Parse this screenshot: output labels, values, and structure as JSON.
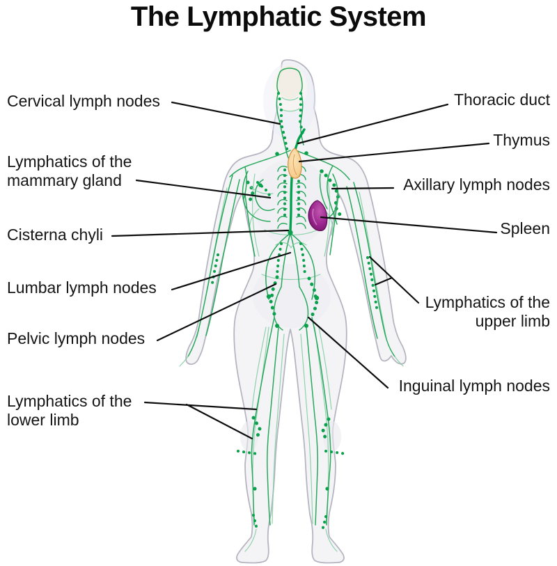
{
  "title": "The Lymphatic System",
  "labels": {
    "cervical": {
      "text": "Cervical lymph nodes"
    },
    "mammary": {
      "text": "Lymphatics of the\nmammary gland"
    },
    "cisterna": {
      "text": "Cisterna chyli"
    },
    "lumbar": {
      "text": "Lumbar lymph nodes"
    },
    "pelvic": {
      "text": "Pelvic lymph nodes"
    },
    "lower_limb": {
      "text": "Lymphatics of the\nlower limb"
    },
    "thoracic": {
      "text": "Thoracic duct"
    },
    "thymus": {
      "text": "Thymus"
    },
    "axillary": {
      "text": "Axillary lymph nodes"
    },
    "spleen": {
      "text": "Spleen"
    },
    "upper_limb": {
      "text": "Lymphatics of the\nupper limb"
    },
    "inguinal": {
      "text": "Inguinal lymph nodes"
    }
  },
  "colors": {
    "lymph_green": "#0aa04c",
    "vessel_green": "#27a85c",
    "thymus_orange": "#f6cd90",
    "spleen_magenta": "#9c2790",
    "body_fill": "#f4f4f7",
    "body_outline": "#b5b5c1",
    "leader_line": "#0d0d0d",
    "text": "#141414"
  }
}
